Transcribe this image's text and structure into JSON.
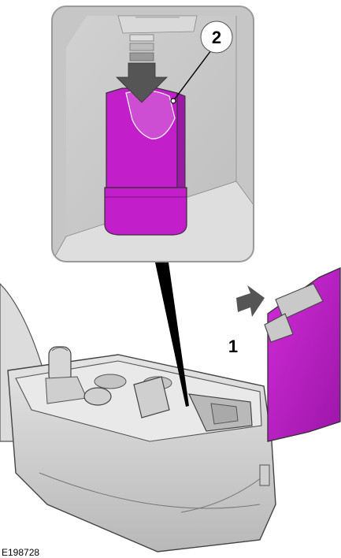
{
  "callouts": {
    "step_1": "1",
    "step_2": "2"
  },
  "figure_code": "E198728",
  "colors": {
    "component_highlight": "#c21ec9",
    "component_shade": "#9a1aa6",
    "interior_grey": "#d4d4d4",
    "arrow_grey": "#555555"
  },
  "icons": {
    "motion_arrow": "arrow-icon",
    "press_arrow": "arrow-down-icon"
  }
}
